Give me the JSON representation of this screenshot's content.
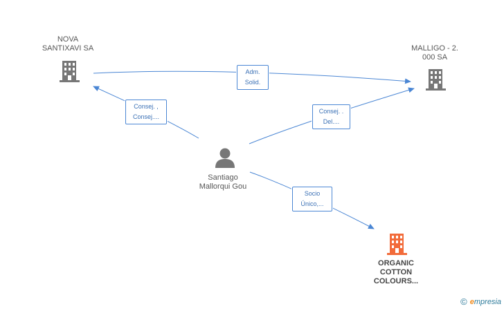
{
  "nodes": {
    "nova": {
      "label": "NOVA\nSANTIXAVI SA",
      "type": "company"
    },
    "malligo": {
      "label": "MALLIGO - 2.\n000 SA",
      "type": "company"
    },
    "person": {
      "label": "Santiago\nMallorqui Gou",
      "type": "person"
    },
    "organic": {
      "label": "ORGANIC\nCOTTON\nCOLOURS...",
      "type": "company-highlight"
    }
  },
  "edges": {
    "adm_solid": {
      "line1": "Adm.",
      "line2": "Solid."
    },
    "consej_nova": {
      "line1": "Consej. ,",
      "line2": "Consej...."
    },
    "consej_malligo": {
      "line1": "Consej. .",
      "line2": "Del...."
    },
    "socio": {
      "line1": "Socio",
      "line2": "Único,..."
    }
  },
  "colors": {
    "company_icon": "#777777",
    "highlight_icon": "#f26b3a",
    "person_icon": "#777777",
    "edge": "#4a86d4"
  },
  "brand": {
    "copyright": "©",
    "e": "e",
    "rest": "mpresia"
  }
}
